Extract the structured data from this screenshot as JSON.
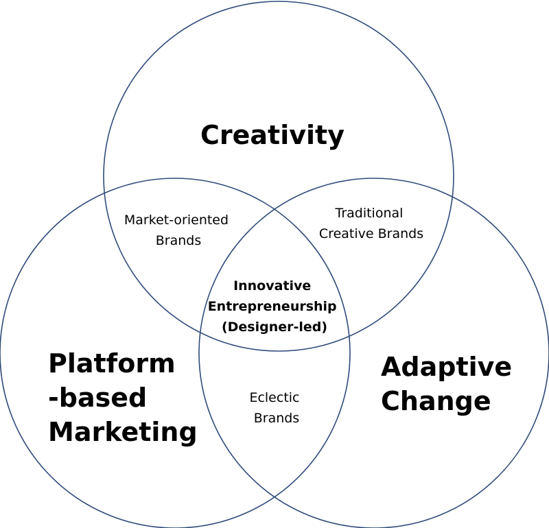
{
  "diagram": {
    "circle_color": "#2f4a7a",
    "sets": {
      "top": {
        "lines": [
          "Creativity"
        ]
      },
      "left": {
        "lines": [
          "Platform",
          "-based",
          "Marketing"
        ]
      },
      "right": {
        "lines": [
          "Adaptive",
          "Change"
        ]
      }
    },
    "intersections": {
      "top_left": {
        "lines": [
          "Market-oriented",
          "Brands"
        ]
      },
      "top_right": {
        "lines": [
          "Traditional",
          "Creative Brands"
        ]
      },
      "left_right": {
        "lines": [
          "Eclectic",
          "Brands"
        ]
      },
      "center": {
        "lines": [
          "Innovative",
          "Entrepreneurship",
          "(Designer-led)"
        ]
      }
    }
  }
}
